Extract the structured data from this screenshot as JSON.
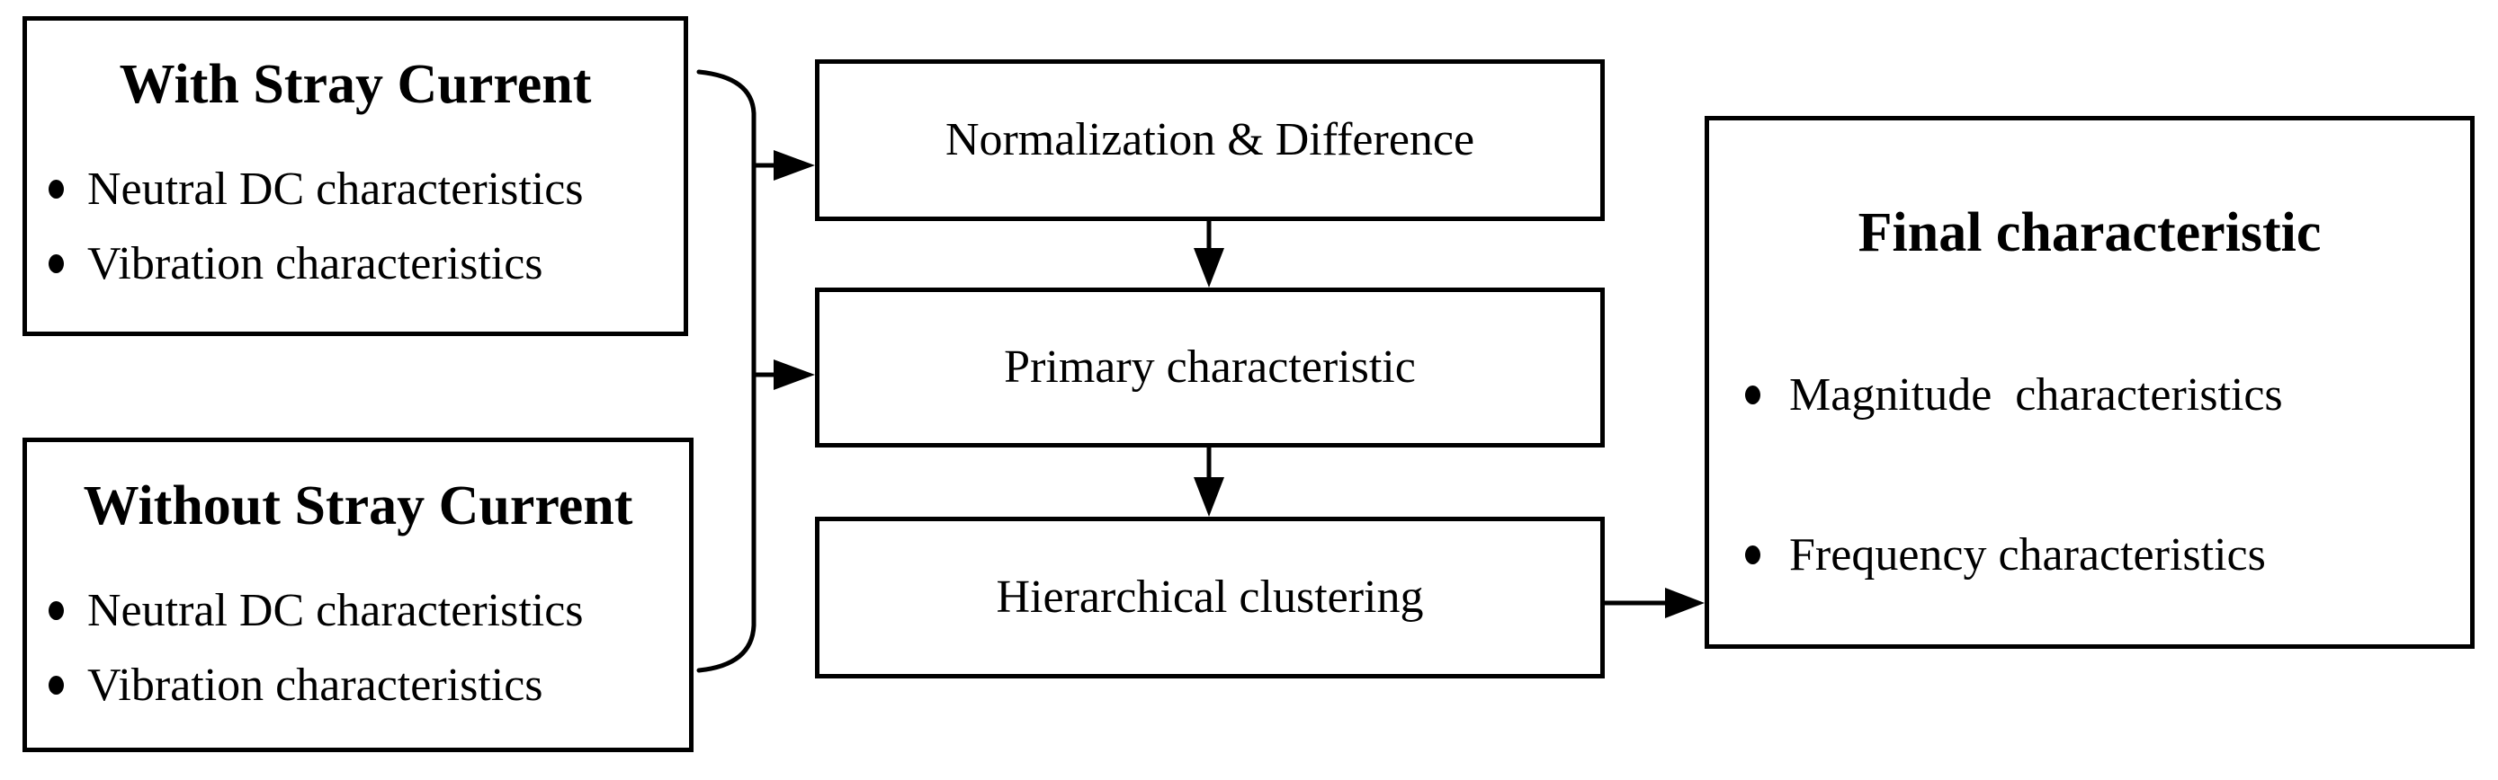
{
  "diagram": {
    "with_stray": {
      "title": "With Stray Current",
      "items": [
        "Neutral DC characteristics",
        "Vibration characteristics"
      ]
    },
    "without_stray": {
      "title": "Without Stray Current",
      "items": [
        "Neutral DC characteristics",
        "Vibration characteristics"
      ]
    },
    "steps": [
      "Normalization & Difference",
      "Primary characteristic",
      "Hierarchical clustering"
    ],
    "final": {
      "title": "Final characteristic",
      "items": [
        "Magnitude  characteristics",
        "Frequency characteristics"
      ]
    },
    "colors": {
      "line": "#000000",
      "text": "#000000",
      "background": "#ffffff"
    }
  }
}
